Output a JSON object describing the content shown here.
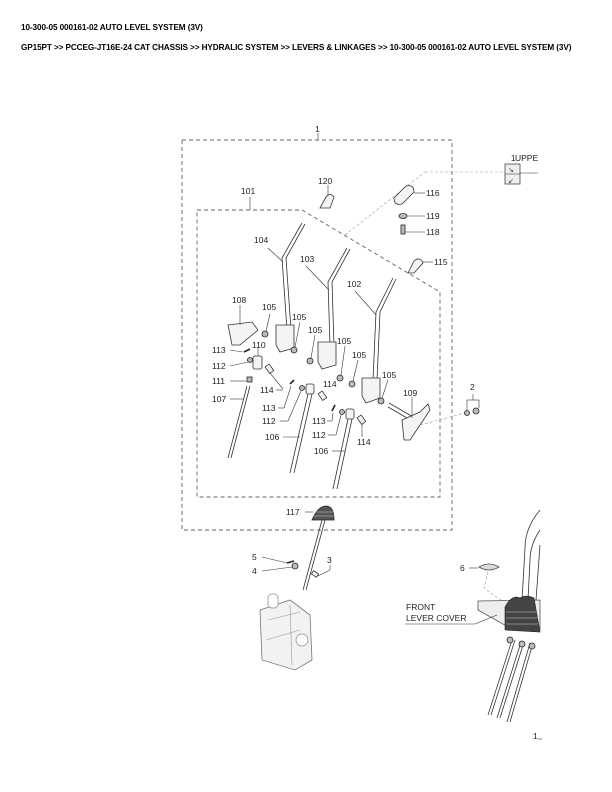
{
  "page": {
    "title": "10-300-05 000161-02 AUTO LEVEL SYSTEM (3V)",
    "breadcrumb": "GP15PT >> PCCEG-JT16E-24 CAT CHASSIS >> HYDRALIC SYSTEM >> LEVERS & LINKAGES >> 10-300-05 000161-02 AUTO LEVEL SYSTEM (3V)"
  },
  "diagram": {
    "callouts": {
      "c1": "1",
      "c101": "101",
      "c120": "120",
      "c116": "116",
      "c119": "119",
      "c118": "118",
      "c115": "115",
      "c104": "104",
      "c103": "103",
      "c102": "102",
      "c108": "108",
      "c105a": "105",
      "c105b": "105",
      "c105c": "105",
      "c105d": "105",
      "c105e": "105",
      "c105f": "105",
      "c113a": "113",
      "c110": "110",
      "c112a": "112",
      "c111": "111",
      "c107": "107",
      "c114a": "114",
      "c114b": "114",
      "c113b": "113",
      "c112b": "112",
      "c106a": "106",
      "c113c": "113",
      "c112c": "112",
      "c114c": "114",
      "c106b": "106",
      "c109": "109",
      "c2": "2",
      "c117": "117",
      "c5": "5",
      "c4": "4",
      "c3": "3",
      "c6": "6",
      "front_lever_cover_1": "FRONT",
      "front_lever_cover_2": "LEVER COVER",
      "upper_ref": "UPPE",
      "upper_ref_num": "1",
      "corner_ref": "1"
    }
  }
}
